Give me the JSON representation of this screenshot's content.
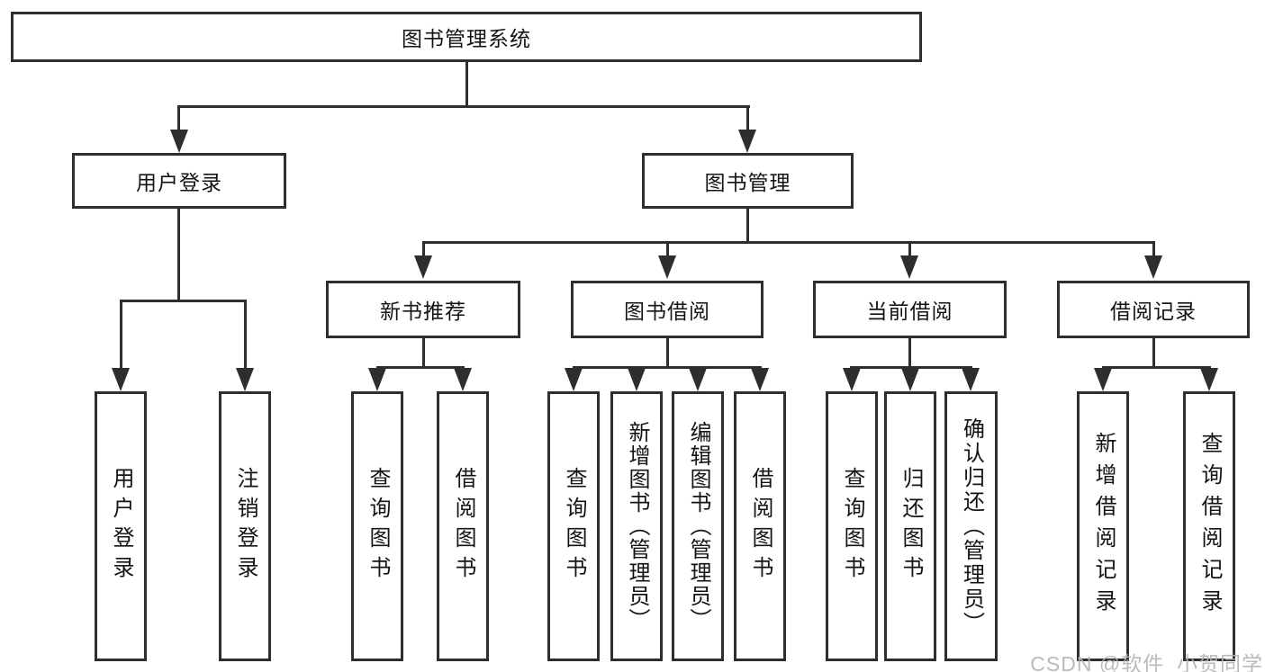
{
  "diagram_type": "hierarchy-tree",
  "colors": {
    "line": "#2e2e2e",
    "text": "#141414",
    "background": "#ffffff",
    "watermark": "#b5b5b5"
  },
  "tree": {
    "root": "图书管理系统",
    "branches": [
      {
        "label": "用户登录",
        "children": [
          "用户登录",
          "注销登录"
        ]
      },
      {
        "label": "图书管理",
        "sections": [
          {
            "label": "新书推荐",
            "children": [
              "查询图书",
              "借阅图书"
            ]
          },
          {
            "label": "图书借阅",
            "children": [
              "查询图书",
              "新增图书（管理员）",
              "编辑图书（管理员）",
              "借阅图书"
            ]
          },
          {
            "label": "当前借阅",
            "children": [
              "查询图书",
              "归还图书",
              "确认归还（管理员）"
            ]
          },
          {
            "label": "借阅记录",
            "children": [
              "新增借阅记录",
              "查询借阅记录"
            ]
          }
        ]
      }
    ]
  },
  "watermark": {
    "text": "CSDN @软件_小贺同学"
  }
}
